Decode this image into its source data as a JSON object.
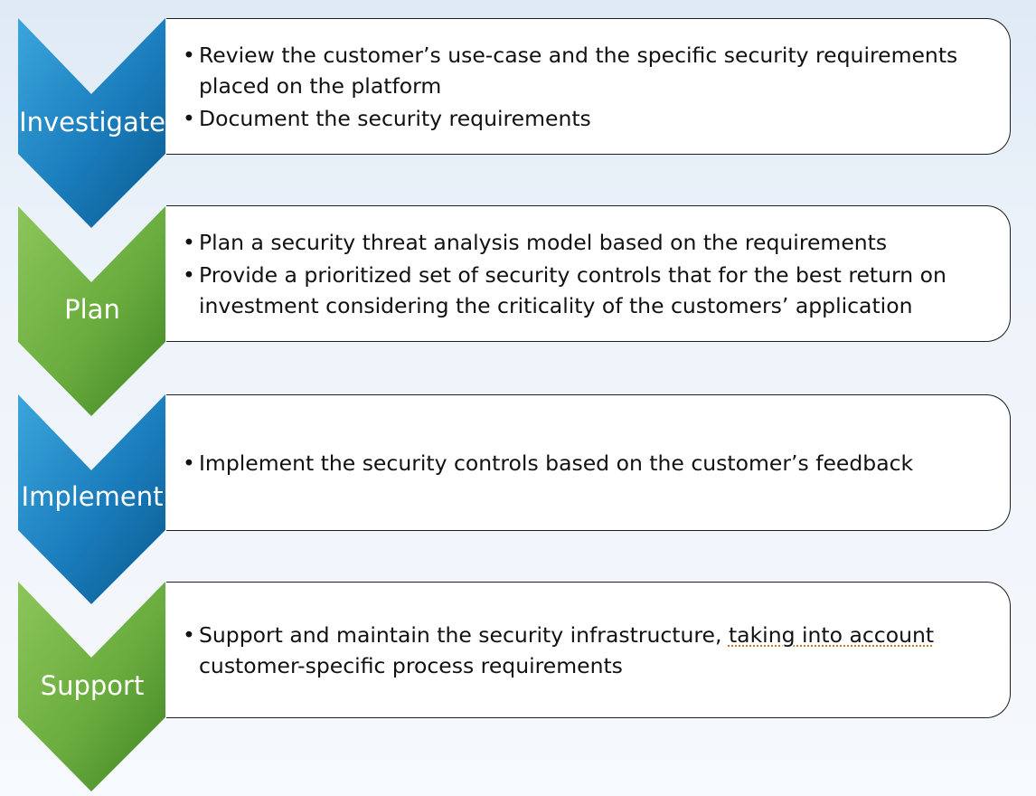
{
  "colors": {
    "blue_dark": "#0a5a8c",
    "blue_light": "#3aa6dc",
    "green_dark": "#4a8f2a",
    "green_light": "#8cc65a",
    "card_border": "#1f1f1f"
  },
  "steps": [
    {
      "label": "Investigate",
      "color": "blue",
      "bullets": [
        {
          "pre": "Review the customer’s use-case and the specific security requirements placed on the platform",
          "flagged": "",
          "post": ""
        },
        {
          "pre": "Document the security requirements",
          "flagged": "",
          "post": ""
        }
      ]
    },
    {
      "label": "Plan",
      "color": "green",
      "bullets": [
        {
          "pre": "Plan a security threat analysis model based on the requirements",
          "flagged": "",
          "post": ""
        },
        {
          "pre": "Provide a prioritized set of security controls that for the best return on investment considering the criticality of the customers’ application",
          "flagged": "",
          "post": ""
        }
      ]
    },
    {
      "label": "Implement",
      "color": "blue",
      "bullets": [
        {
          "pre": "Implement the security controls based on the customer’s feedback",
          "flagged": "",
          "post": ""
        }
      ]
    },
    {
      "label": "Support",
      "color": "green",
      "bullets": [
        {
          "pre": "Support and maintain the security infrastructure, ",
          "flagged": "taking into account",
          "post": " customer-specific process requirements"
        }
      ]
    }
  ]
}
